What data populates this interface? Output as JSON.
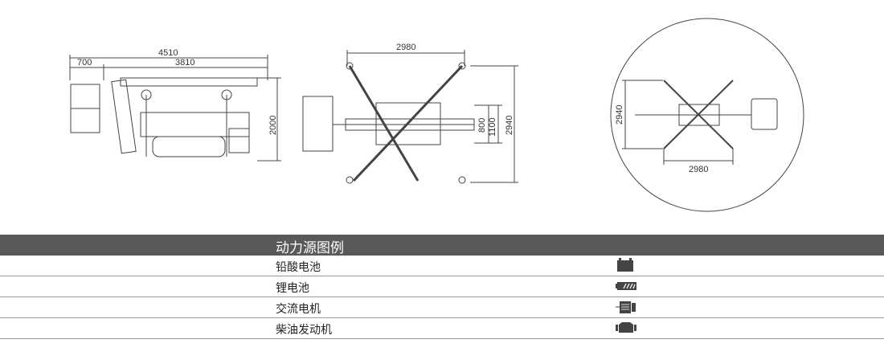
{
  "side_view": {
    "total_length": "4510",
    "basket_length": "700",
    "base_length": "3810",
    "height": "2000"
  },
  "top_view": {
    "outrigger_width": "2980",
    "width_800": "800",
    "width_1100": "1100",
    "outrigger_length": "2940"
  },
  "footprint_view": {
    "height": "2940",
    "width": "2980"
  },
  "legend": {
    "title": "动力源图例",
    "items": [
      {
        "label": "铅酸电池",
        "icon": "lead-acid-battery-icon"
      },
      {
        "label": "锂电池",
        "icon": "lithium-battery-icon"
      },
      {
        "label": "交流电机",
        "icon": "ac-motor-icon"
      },
      {
        "label": "柴油发动机",
        "icon": "diesel-engine-icon"
      }
    ]
  },
  "colors": {
    "header_bg": "#595959",
    "line": "#999999",
    "drawing": "#444444"
  }
}
